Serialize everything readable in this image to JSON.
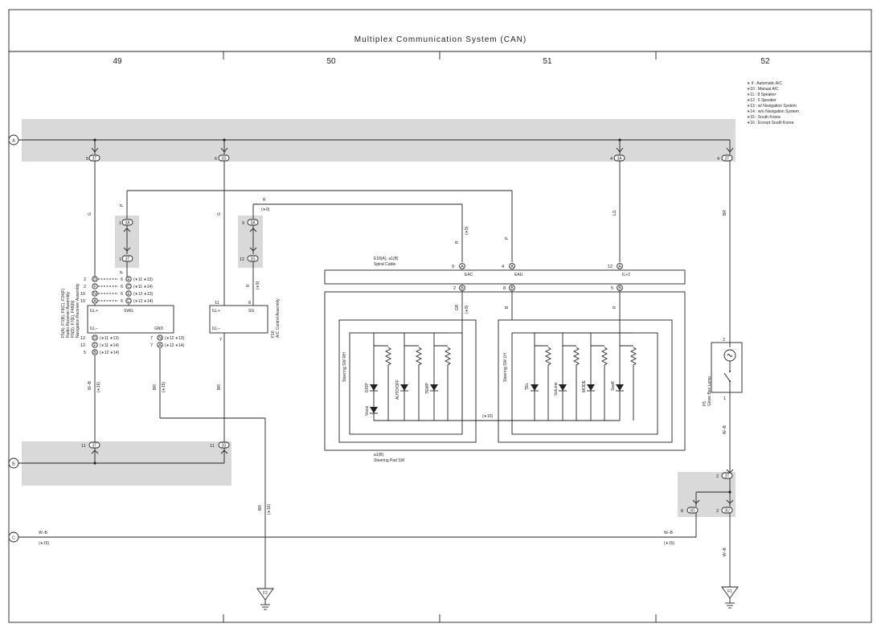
{
  "title": "Multiplex Communication System (CAN)",
  "columns": [
    "49",
    "50",
    "51",
    "52"
  ],
  "notes": [
    "∗ 9 : Automatic A/C",
    "∗10 : Manual A/C",
    "∗11 : 8 Speaker",
    "∗12 : 6 Speaker",
    "∗13 : w/ Navigation System",
    "∗14 : w/o Navigation System",
    "∗15 : South Korea",
    "∗16 : Except South Korea"
  ],
  "bus_labels": {
    "a": "A",
    "b": "B",
    "c": "C"
  },
  "connectors": {
    "top_a": {
      "pin": "5",
      "id": "3T"
    },
    "top_b": {
      "pin": "6",
      "id": "3S"
    },
    "top_c": {
      "pin": "4",
      "id": "3A"
    },
    "top_d": {
      "pin": "4",
      "id": "3T"
    },
    "bot_a": {
      "pin": "11",
      "id": "3T"
    },
    "bot_b": {
      "pin": "11",
      "id": "3S"
    },
    "j1_top": {
      "pin": "1",
      "id": "3A"
    },
    "j1_bot": {
      "pin": "1",
      "id": "3T"
    },
    "j2_top": {
      "pin": "9",
      "id": "3A"
    },
    "j2_bot": {
      "pin": "12",
      "id": "3S"
    },
    "gb_top": {
      "pin": "2",
      "id": "3T"
    },
    "gb_bot": {
      "pin": "2",
      "id": "3U"
    },
    "gb_left": {
      "pin": "8",
      "id": "3G"
    }
  },
  "wire_colors": {
    "g1": "G",
    "g2": "G",
    "p1": "P",
    "p2": "P",
    "r_top": "R",
    "r_top_note": "(∗9)",
    "r_mid": "R",
    "r_mid_note": "(∗9)",
    "r_radio": "R",
    "r_radio_note": "(∗9)",
    "lg": "LG",
    "br_right": "BR",
    "wb_left": "W–B",
    "wb_left_note": "(∗16)",
    "br_left": "BR",
    "br_left_note": "(∗15)",
    "br_ctrl": "BR",
    "br_down": "BR",
    "br_down_note": "(∗16)",
    "wb_right": "W–B",
    "wb_bottom": "W–B",
    "gr": "GR",
    "gr_note": "(∗9)",
    "b1": "B",
    "r_in": "R",
    "note10": "(∗10)",
    "wb_c_left": "W–B",
    "wb_c_left_note": "(∗15)",
    "wb_c_right": "W–B",
    "wb_c_right_note": "(∗15)"
  },
  "radio": {
    "label_lines": [
      "F5(A), F7(B), F9(C), F34(F)",
      "Radio Receiver Assembly",
      "F9(D), F7(E), F48(N)",
      "Navigation Receiver Assembly"
    ],
    "terms": {
      "ill_plus": "ILL+",
      "swg": "SWG",
      "ill_minus": "ILL–",
      "gnd": "GND"
    },
    "top_pins": [
      {
        "pin": "2",
        "conn": "D",
        "pin2": "6",
        "conn2": "E",
        "note": "(∗11 ∗13)"
      },
      {
        "pin": "2",
        "conn": "F",
        "pin2": "6",
        "conn2": "C",
        "note": "(∗11 ∗14)"
      },
      {
        "pin": "10",
        "conn": "N",
        "pin2": "6",
        "conn2": "E",
        "note": "(∗12 ∗13)"
      },
      {
        "pin": "10",
        "conn": "A",
        "pin2": "6",
        "conn2": "C",
        "note": "(∗12 ∗14)"
      }
    ],
    "bot_pins_left": [
      {
        "pin": "12",
        "conn": "D",
        "note": "(∗11 ∗13)"
      },
      {
        "pin": "12",
        "conn": "F",
        "note": "(∗11 ∗14)"
      },
      {
        "pin": "5",
        "conn": "B",
        "note": "(∗12 ∗14)"
      }
    ],
    "bot_pins_right": [
      {
        "pin": "7",
        "conn": "N",
        "note": "(∗12 ∗13)"
      },
      {
        "pin": "7",
        "conn": "A",
        "note": "(∗12 ∗14)"
      }
    ]
  },
  "ac": {
    "label_lines": [
      "F16",
      "A/C Control Assembly"
    ],
    "terms": {
      "ill_plus": "ILL+",
      "sg": "SG",
      "ill_minus": "ILL–"
    },
    "pins": {
      "ill_plus": "11",
      "sg": "8",
      "ill_minus": "7"
    }
  },
  "spiral": {
    "label_lines": [
      "E18(A), a1(B)",
      "Spiral Cable"
    ],
    "top_pins": [
      {
        "pin": "9",
        "conn": "A",
        "term": "EAC"
      },
      {
        "pin": "4",
        "conn": "A",
        "term": "EAU"
      },
      {
        "pin": "12",
        "conn": "A",
        "term": "IL+2"
      }
    ],
    "bot_pins": [
      {
        "pin": "2",
        "conn": "B"
      },
      {
        "pin": "8",
        "conn": "B"
      },
      {
        "pin": "5",
        "conn": "B"
      }
    ]
  },
  "steering": {
    "label_lines": [
      "a1(B)",
      "Steering Pad SW"
    ],
    "rh": "Steering SW RH",
    "lh": "Steering SW LH",
    "rh_switches": [
      "DISP",
      "AUTO/OFF",
      "TEMP"
    ],
    "rh_voice": "Voice",
    "lh_switches": [
      "TEL",
      "Volume",
      "MODE",
      "SeeK"
    ]
  },
  "glove": {
    "label_lines": [
      "F5",
      "Glove Box Lamp"
    ],
    "pin_top": "2",
    "pin_bot": "1"
  },
  "grounds": {
    "left": "F2",
    "right": "F1"
  }
}
